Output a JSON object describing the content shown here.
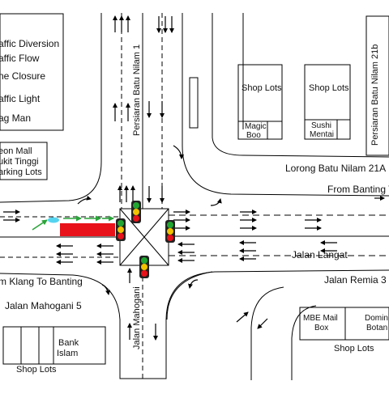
{
  "legend": {
    "items": [
      "affic Diversion",
      "affic Flow",
      "ne Closure",
      "affic Light",
      "ag Man"
    ]
  },
  "buildings": {
    "aeon_mall": [
      "eon Mall",
      "ukit Tinggi",
      "arking Lots"
    ],
    "shop_lots_north_1": "Shop Lots",
    "shop_lots_north_2": "Shop Lots",
    "magic_boo": [
      "Magic",
      "Boo"
    ],
    "sushi_mentai": [
      "Sushi",
      "Mentai"
    ],
    "mbe_mail_box": [
      "MBE Mail",
      "Box"
    ],
    "domino": [
      "Domin",
      "Botan"
    ],
    "bank_islam": [
      "Bank",
      "Islam"
    ],
    "shop_lots_south_west": "Shop Lots",
    "shop_lots_south_east": "Shop Lots"
  },
  "roads": {
    "persiaran_batu_nilam_1": "Persiaran Batu Nilam 1",
    "persiaran_batu_nilam_21b": "Persiaran Batu Nilam 21b",
    "lorong_batu_nilam_21a": "Lorong Batu Nilam 21A",
    "from_banting": "From Banting T",
    "jalan_langat": "Jalan Langat",
    "jalan_remia_3": "Jalan Remia 3",
    "from_klang_to_banting": "m Klang To Banting",
    "jalan_mahogani_5": "Jalan Mahogani 5",
    "jalan_mahogani": "Jalan Mahogani"
  },
  "colors": {
    "closure": "#e8121a",
    "diversion": "#2aa43a",
    "light_red": "#e8121a",
    "light_amber": "#f2c200",
    "light_green": "#22a632",
    "flagman": "#55d4f0"
  }
}
